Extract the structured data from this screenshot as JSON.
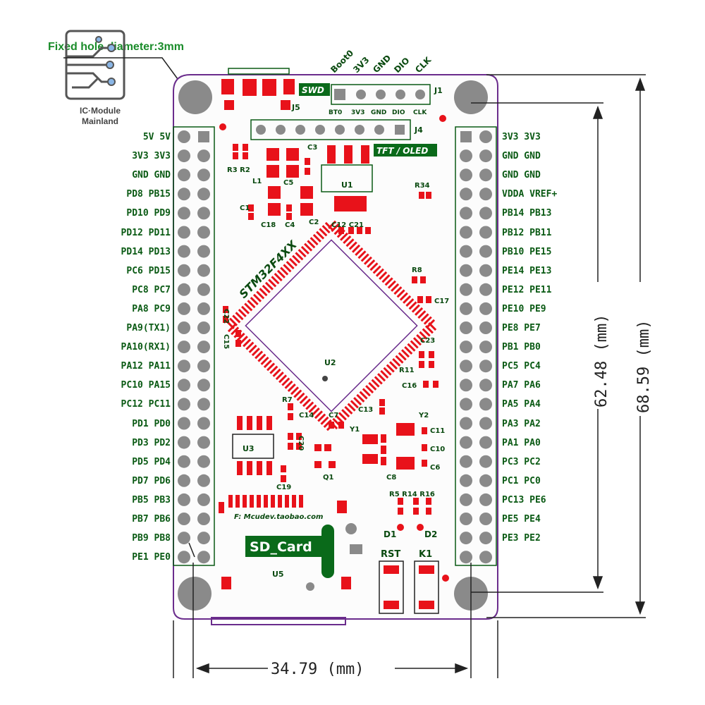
{
  "title_note": "Fixed hole diameter:3mm",
  "brand": {
    "line1": "IC·Module",
    "line2": "Mainland"
  },
  "header_pins": {
    "labels": [
      "Boot0",
      "3V3",
      "GND",
      "DIO",
      "CLK"
    ],
    "silk": [
      "BT0",
      "3V3",
      "GND",
      "DIO",
      "CLK"
    ]
  },
  "left_pins": [
    [
      "5V",
      "5V"
    ],
    [
      "3V3",
      "3V3"
    ],
    [
      "GND",
      "GND"
    ],
    [
      "PD8",
      "PB15"
    ],
    [
      "PD10",
      "PD9"
    ],
    [
      "PD12",
      "PD11"
    ],
    [
      "PD14",
      "PD13"
    ],
    [
      "PC6",
      "PD15"
    ],
    [
      "PC8",
      "PC7"
    ],
    [
      "PA8",
      "PC9"
    ],
    [
      "PA9(TX1)",
      ""
    ],
    [
      "PA10(RX1)",
      ""
    ],
    [
      "PA12",
      "PA11"
    ],
    [
      "PC10",
      "PA15"
    ],
    [
      "PC12",
      "PC11"
    ],
    [
      "PD1",
      "PD0"
    ],
    [
      "PD3",
      "PD2"
    ],
    [
      "PD5",
      "PD4"
    ],
    [
      "PD7",
      "PD6"
    ],
    [
      "PB5",
      "PB3"
    ],
    [
      "PB7",
      "PB6"
    ],
    [
      "PB9",
      "PB8"
    ],
    [
      "PE1",
      "PE0"
    ]
  ],
  "right_pins": [
    [
      "3V3",
      "3V3"
    ],
    [
      "GND",
      "GND"
    ],
    [
      "GND",
      "GND"
    ],
    [
      "VDDA",
      "VREF+"
    ],
    [
      "PB14",
      "PB13"
    ],
    [
      "PB12",
      "PB11"
    ],
    [
      "PB10",
      "PE15"
    ],
    [
      "PE14",
      "PE13"
    ],
    [
      "PE12",
      "PE11"
    ],
    [
      "PE10",
      "PE9"
    ],
    [
      "PE8",
      "PE7"
    ],
    [
      "PB1",
      "PB0"
    ],
    [
      "PC5",
      "PC4"
    ],
    [
      "PA7",
      "PA6"
    ],
    [
      "PA5",
      "PA4"
    ],
    [
      "PA3",
      "PA2"
    ],
    [
      "PA1",
      "PA0"
    ],
    [
      "PC3",
      "PC2"
    ],
    [
      "PC1",
      "PC0"
    ],
    [
      "PC13",
      "PE6"
    ],
    [
      "PE5",
      "PE4"
    ],
    [
      "PE3",
      "PE2"
    ]
  ],
  "board_labels": {
    "swd": "SWD",
    "j1": "J1",
    "j4": "J4",
    "j5": "J5",
    "tft": "TFT / OLED",
    "u1": "U1",
    "u2": "U2",
    "u3": "U3",
    "u5": "U5",
    "mcu": "STM32F4XX",
    "sd": "SD_Card",
    "url": "F: Mcudev.taobao.com",
    "rst": "RST",
    "k1": "K1",
    "y1": "Y1",
    "y2": "Y2",
    "q1": "Q1",
    "d1": "D1",
    "d2": "D2",
    "r3r2": "R3 R2",
    "l1": "L1",
    "c5": "C5",
    "c3": "C3",
    "c1": "C1",
    "c2": "C2",
    "c18": "C18",
    "c4": "C4",
    "c12c21": "C12 C21",
    "r34": "R34",
    "r8": "R8",
    "c17": "C17",
    "c22": "C22",
    "c15": "C15",
    "c23": "C23",
    "r11": "R11",
    "c16": "C16",
    "r7": "R7",
    "c14": "C14",
    "c7": "C7",
    "c13": "C13",
    "c20": "C20",
    "c11": "C11",
    "c10": "C10",
    "c6": "C6",
    "c8": "C8",
    "c19": "C19",
    "r5r14r16": "R5 R14 R16"
  },
  "dimensions": {
    "width": "34.79 (mm)",
    "height_inner": "62.48 (mm)",
    "height_outer": "68.59 (mm)"
  },
  "colors": {
    "silk_green": "#0a5a14",
    "pad_red": "#e8121a",
    "board_outline": "#6a2c8c",
    "hole_gray": "#8a8a8a"
  }
}
